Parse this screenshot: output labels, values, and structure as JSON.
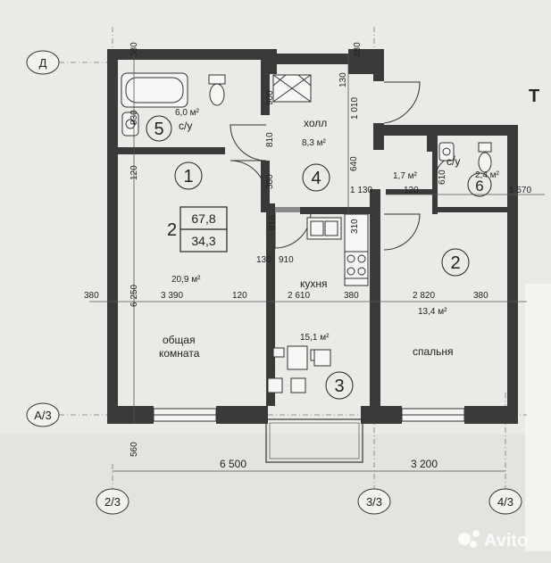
{
  "axes": {
    "top": "Д",
    "middle": "А/3",
    "bottom_left": "2/3",
    "bottom_mid": "3/3",
    "bottom_right": "4/3"
  },
  "summary": {
    "rooms": "2",
    "total": "67,8",
    "living": "34,3"
  },
  "rooms": {
    "r1": {
      "num": "1",
      "area": "20,9 м²",
      "name_line1": "общая",
      "name_line2": "комната"
    },
    "r2": {
      "num": "2",
      "area": "13,4 м²",
      "name": "спальня"
    },
    "r3": {
      "num": "3",
      "area": "15,1 м²",
      "name": "кухня"
    },
    "r4": {
      "num": "4",
      "area": "8,3 м²",
      "name": "холл"
    },
    "r5": {
      "num": "5",
      "area": "6,0 м²",
      "name": "с/у"
    },
    "r6": {
      "num": "6",
      "area": "2,4 м²",
      "name": "с/у"
    },
    "closet": {
      "area": "1,7 м²"
    }
  },
  "dims": {
    "d380_top": "380",
    "d380_top2": "380",
    "d130": "130",
    "d1010": "1 010",
    "d900": "900",
    "d810": "810",
    "d380_mid": "380",
    "d640": "640",
    "d1130": "1 130",
    "d120_closet": "120",
    "d610": "610",
    "d1570": "1 570",
    "d120_left": "120",
    "d910_v": "910",
    "d130_k": "130",
    "d910_k": "910",
    "d310": "310",
    "d6250": "6 250",
    "d380_l": "380",
    "d3390": "3 390",
    "d120_a": "120",
    "d2610": "2 610",
    "d380_b": "380",
    "d2820": "2 820",
    "d380_r": "380",
    "d560": "560",
    "d6500": "6 500",
    "d3200": "3 200",
    "d830": "830"
  },
  "corner_text": "Т",
  "watermark": "Avito"
}
